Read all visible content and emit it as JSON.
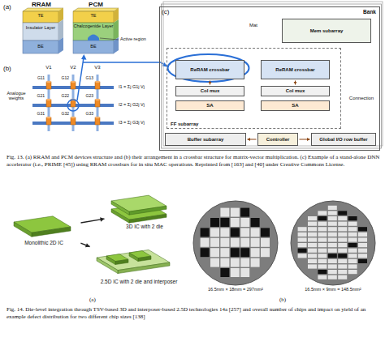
{
  "diagram": {
    "caption": "Fig. 13. (a) RRAM and PCM devices structure and (b) their arrangement in a crossbar structure for matrix-vector multiplication. (c) Example of a stand-alone DNN accelerator (i.e., PRIME [45]) using RRAM crossbars for in situ MAC operations. Reprinted from [163] and [40] under Creative Commons License.",
    "nodes": [
      {
        "text": [
          "Bank"
        ]
      },
      {
        "text": [
          "Mem subarray"
        ],
        "in": 0
      },
      {
        "text": [
          "FF subarray"
        ],
        "in": 0
      },
      {
        "text": [
          "ReRAM crossbar"
        ],
        "in": 2
      },
      {
        "text": [
          "ReRAM crossbar"
        ],
        "in": 2
      },
      {
        "text": [
          "Col mux"
        ],
        "in": 2
      },
      {
        "text": [
          "Col mux"
        ],
        "in": 2
      },
      {
        "text": [
          "SA"
        ],
        "in": 2
      },
      {
        "text": [
          "SA"
        ],
        "in": 2
      },
      {
        "text": [
          "Buffer subarray"
        ],
        "in": 0
      },
      {
        "text": [
          "Controller"
        ],
        "in": 0
      },
      {
        "text": [
          "Global I/O row buffer"
        ],
        "in": 0
      },
      {
        "text": [
          "Monolithic 2D IC"
        ]
      },
      {
        "text": [
          "3D IC with 2 die"
        ]
      },
      {
        "text": [
          "2.5D IC with 2 die and interposer"
        ]
      }
    ],
    "edges": [
      {
        "from": 3,
        "to": 5,
        "arrow": "to"
      },
      {
        "from": 4,
        "to": 6,
        "arrow": "to"
      },
      {
        "from": 10,
        "to": 9,
        "arrow": "to"
      },
      {
        "from": 10,
        "to": 11,
        "arrow": "to"
      },
      {
        "from": 12,
        "to": 13,
        "arrow": "to"
      },
      {
        "from": 12,
        "to": 14,
        "arrow": "to"
      }
    ],
    "labels": [
      "(a)",
      "RRAM",
      "PCM",
      "TE",
      "Insulator Layer",
      "BE",
      "TE",
      "Chalcogenide Layer",
      "Active region",
      "BE",
      "(b)",
      "Analogue weights",
      "V1",
      "V2",
      "V3",
      "I1 = Σj G1j Vj",
      "I2 = Σj G2j Vj",
      "I3 = Σj G3j Vj",
      "G11",
      "G12",
      "G13",
      "G21",
      "G22",
      "G23",
      "G31",
      "G32",
      "G33",
      "(c)",
      "Mat",
      "Connection",
      "(a)",
      "(b)",
      "16.5mm × 18mm = 297mm²",
      "16.5mm × 9mm = 148.5mm²",
      "Fig. 14. Die-level integration through TSV-based 3D and interposer-based 2.5D technologies 14a [257] and overall number of chips and impact on yield of an example defect distribution for two different chip sizes [138]"
    ]
  }
}
